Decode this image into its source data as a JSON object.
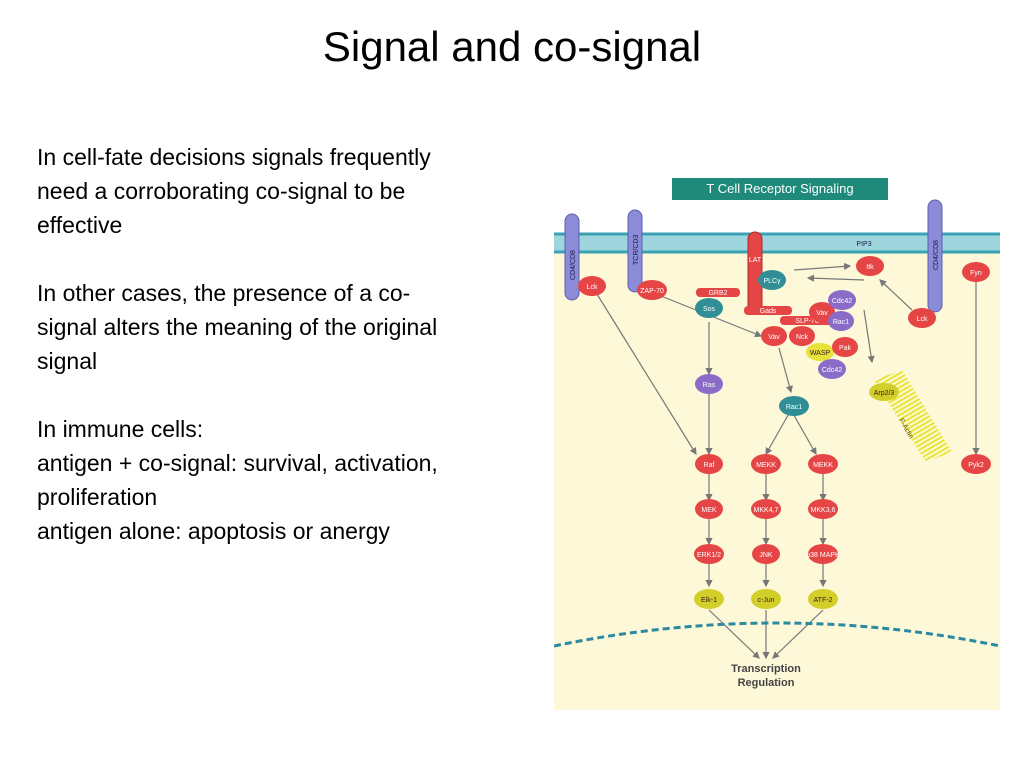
{
  "slide": {
    "title": "Signal and co-signal"
  },
  "body": {
    "paragraph1": [
      "In cell-fate decisions signals frequently",
      "need a corroborating co-signal to be",
      "effective"
    ],
    "paragraph2": [
      "In other cases, the presence of a co-",
      "signal alters the meaning of the original",
      "signal"
    ],
    "paragraph3": [
      "In immune cells:",
      "antigen + co-signal: survival, activation,",
      "proliferation",
      "antigen alone: apoptosis or anergy"
    ]
  },
  "diagram": {
    "header": "T Cell Receptor Signaling",
    "receptors": {
      "cd4_left": "CD4/CD8",
      "tcr": "TCR/CD3",
      "cd4_right": "CD4/CD8",
      "lat": "LAT"
    },
    "membrane_label": "PIP3",
    "nodes": {
      "lck_left": "Lck",
      "zap70": "ZAP-70",
      "grb2": "GRB2",
      "sos": "Sos",
      "plcy": "PLCγ",
      "itk": "Itk",
      "fyn": "Fyn",
      "gads": "Gads",
      "slp76": "SLP-76",
      "vav_top": "Vav",
      "cdc42_top": "Cdc42",
      "rac1_top": "Rac1",
      "lck_right": "Lck",
      "vav": "Vav",
      "nck": "Nck",
      "wasp": "WASP",
      "pak": "Pak",
      "cdc42": "Cdc42",
      "arp23": "Arp2/3",
      "factin": "F-Actin",
      "ras": "Ras",
      "rac1": "Rac1",
      "raf": "Raf",
      "mekk1": "MEKK",
      "mekk2": "MEKK",
      "pyk2": "Pyk2",
      "mek": "MEK",
      "mkk47": "MKK4,7",
      "mkk36": "MKK3,6",
      "erk12": "ERK1/2",
      "jnk": "JNK",
      "p38": "p38 MAPK",
      "elk1": "Elk-1",
      "cjun": "c-Jun",
      "atf2": "ATF-2"
    },
    "output": {
      "line1": "Transcription",
      "line2": "Regulation"
    },
    "colors": {
      "header_bg": "#1f8a7a",
      "background": "#fdf8d8",
      "membrane": "#7fcad6",
      "receptor": "#8b8bd8",
      "red_node": "#e64545",
      "teal_node": "#2f8f95",
      "purple_node": "#8a6cc8",
      "yellow_node": "#d3cf2a",
      "nucleus": "#2b8aa0"
    }
  }
}
